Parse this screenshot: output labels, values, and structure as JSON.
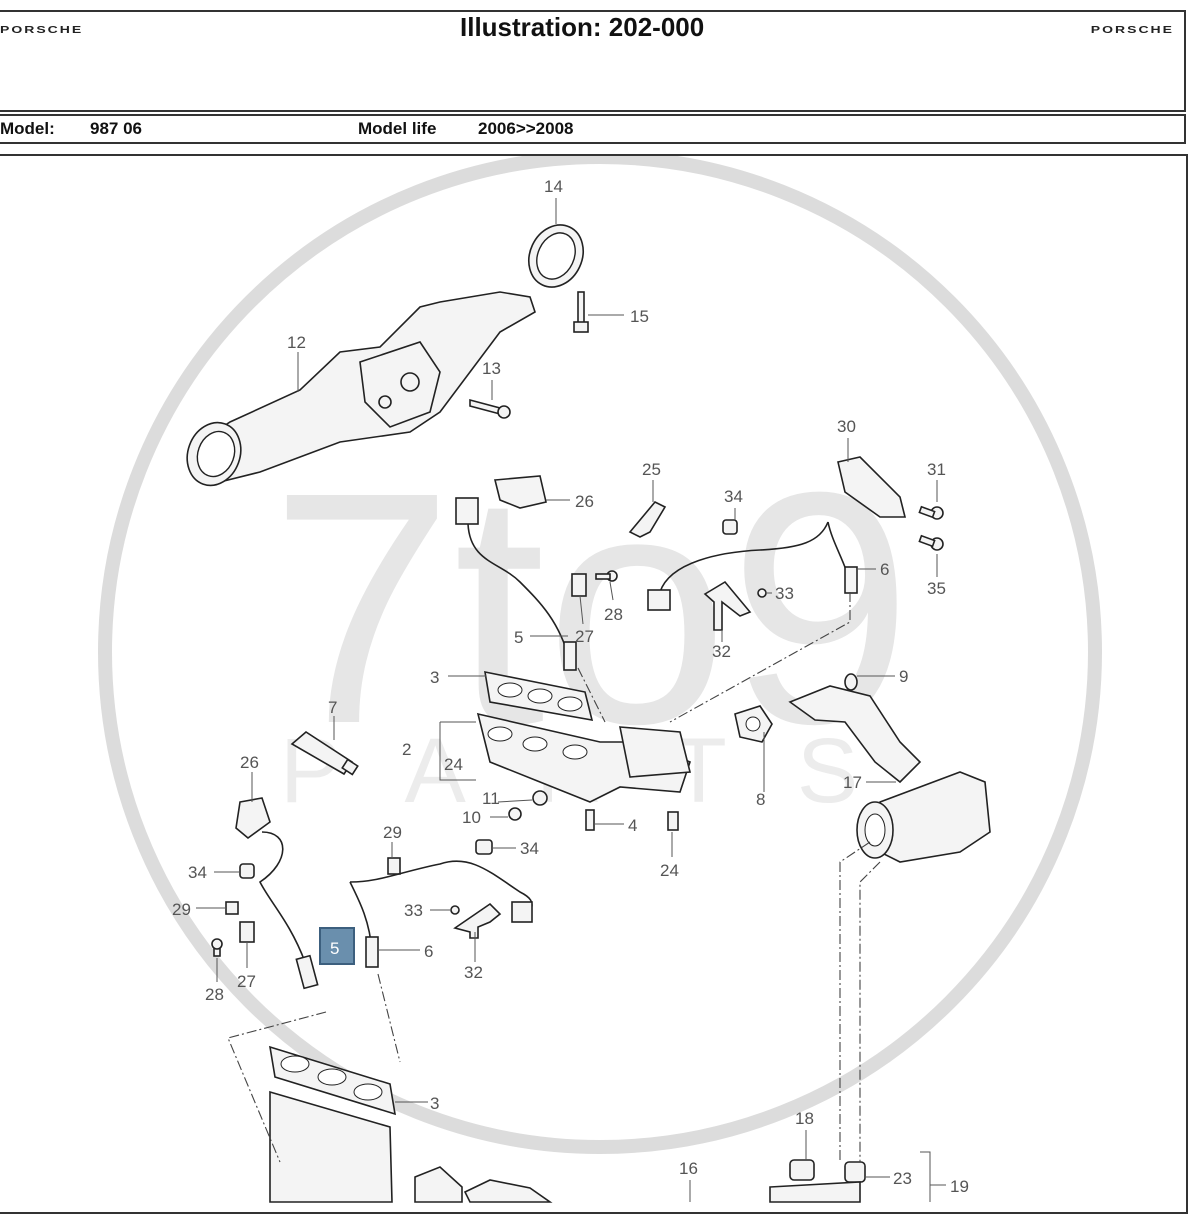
{
  "header": {
    "brand_left": "PORSCHE",
    "brand_right": "PORSCHE",
    "title": "Illustration: 202-000",
    "model_label": "Model:",
    "model_value": "987 06",
    "model_life_label": "Model life",
    "model_life_value": "2006>>2008"
  },
  "watermark": {
    "text": "7to9",
    "subtext": "PARTS"
  },
  "callouts": {
    "c14": "14",
    "c15": "15",
    "c12": "12",
    "c13": "13",
    "c30": "30",
    "c31": "31",
    "c35": "35",
    "c25": "25",
    "c34a": "34",
    "c26a": "26",
    "c6a": "6",
    "c33a": "33",
    "c28a": "28",
    "c27a": "27",
    "c32a": "32",
    "c5a": "5",
    "c3a": "3",
    "c9": "9",
    "c7": "7",
    "c2": "2",
    "c24a": "24",
    "c8": "8",
    "c17": "17",
    "c11": "11",
    "c10": "10",
    "c4": "4",
    "c24b": "24",
    "c26b": "26",
    "c29a": "29",
    "c34b": "34",
    "c34c": "34",
    "c29b": "29",
    "c33b": "33",
    "c6b": "6",
    "c5sel": "5",
    "c32b": "32",
    "c28b": "28",
    "c27b": "27",
    "c3b": "3",
    "c18": "18",
    "c16": "16",
    "c23": "23",
    "c19": "19"
  },
  "colors": {
    "selected_fill": "#6a8fad",
    "selected_border": "#3c5f7e",
    "line": "#333333",
    "label": "#555555"
  }
}
